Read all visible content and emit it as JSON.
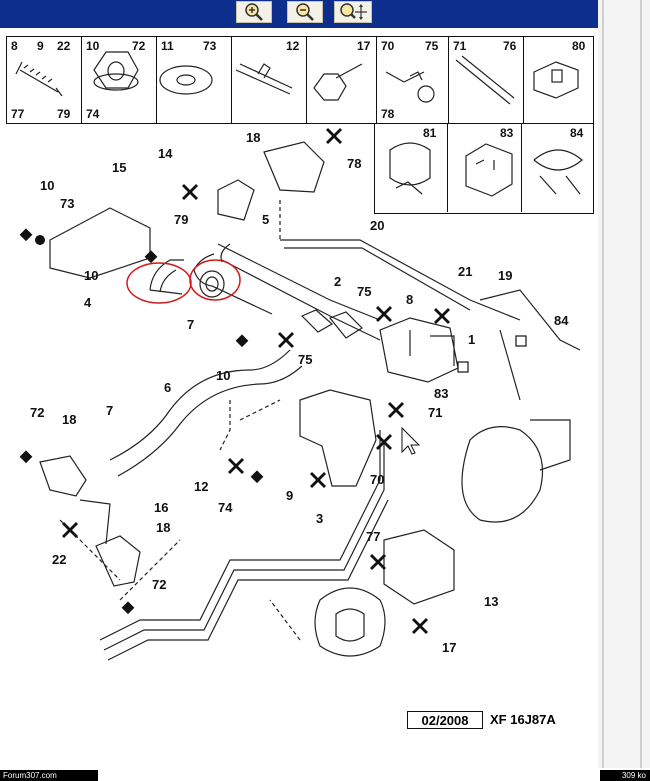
{
  "toolbar": {
    "buttons": [
      {
        "name": "zoom-in",
        "icon": "magnifier-plus-icon"
      },
      {
        "name": "zoom-out",
        "icon": "magnifier-minus-icon"
      },
      {
        "name": "zoom-move",
        "icon": "magnifier-move-icon"
      }
    ]
  },
  "parts_table": {
    "cells": [
      {
        "top": [
          "8",
          "9",
          "22"
        ],
        "bottom": [
          "77",
          "79"
        ]
      },
      {
        "top": [
          "10",
          "72"
        ],
        "bottom": [
          "74"
        ]
      },
      {
        "top": [
          "11",
          "73"
        ],
        "bottom": []
      },
      {
        "top": [
          "12"
        ],
        "bottom": []
      },
      {
        "top": [
          "17"
        ],
        "bottom": []
      },
      {
        "top": [
          "70",
          "75"
        ],
        "bottom": [
          "78"
        ]
      },
      {
        "top": [
          "71",
          "76"
        ],
        "bottom": []
      },
      {
        "top": [
          "80"
        ],
        "bottom": []
      }
    ],
    "row2": [
      "81",
      "83",
      "84"
    ]
  },
  "callouts": [
    "18",
    "78",
    "14",
    "15",
    "10",
    "73",
    "79",
    "5",
    "20",
    "21",
    "19",
    "10",
    "4",
    "7",
    "2",
    "75",
    "8",
    "84",
    "1",
    "10",
    "75",
    "83",
    "6",
    "72",
    "18",
    "7",
    "71",
    "70",
    "12",
    "74",
    "16",
    "9",
    "3",
    "18",
    "22",
    "72",
    "77",
    "13",
    "17"
  ],
  "reference": {
    "date": "02/2008",
    "code": "XF 16J87A"
  },
  "footer": {
    "left": "Forum307.com",
    "right": "309 ko"
  }
}
